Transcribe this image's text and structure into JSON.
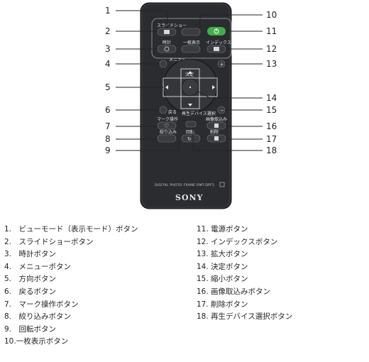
{
  "callouts": [
    "1",
    "2",
    "3",
    "4",
    "5",
    "6",
    "7",
    "8",
    "9",
    "10",
    "11",
    "12",
    "13",
    "14",
    "15",
    "16",
    "17",
    "18"
  ],
  "remote": {
    "slideshow_label": "スライドショー",
    "clock_label": "時計",
    "single_view_label": "一枚表示",
    "index_label": "インデックス",
    "menu_label": "メニュー",
    "enter_label": "決定",
    "back_label": "戻る",
    "playback_device_label": "再生デバイス選択",
    "mark_label": "マーク操作",
    "import_label": "画像取込み",
    "filter_label": "絞り込み",
    "rotate_label": "回転",
    "delete_label": "削除",
    "model_text": "DIGITAL PHOTO FRAME RMT-DPF5",
    "brand": "SONY",
    "power_color": "#3fae4a",
    "body_color": "#2a2c30",
    "button_color": "#3a3c41"
  },
  "legend_left": [
    "1.　ビューモード（表示モード）ボタン",
    "2.　スライドショーボタン",
    "3.　時計ボタン",
    "4.　メニューボタン",
    "5.　方向ボタン",
    "6.　戻るボタン",
    "7.　マーク操作ボタン",
    "8.　絞り込みボタン",
    "9.　回転ボタン",
    "10.一枚表示ボタン"
  ],
  "legend_right": [
    "11. 電源ボタン",
    "12. インデックスボタン",
    "13. 拡大ボタン",
    "14. 決定ボタン",
    "15. 縮小ボタン",
    "16. 画像取込みボタン",
    "17. 削除ボタン",
    "18. 再生デバイス選択ボタン"
  ]
}
